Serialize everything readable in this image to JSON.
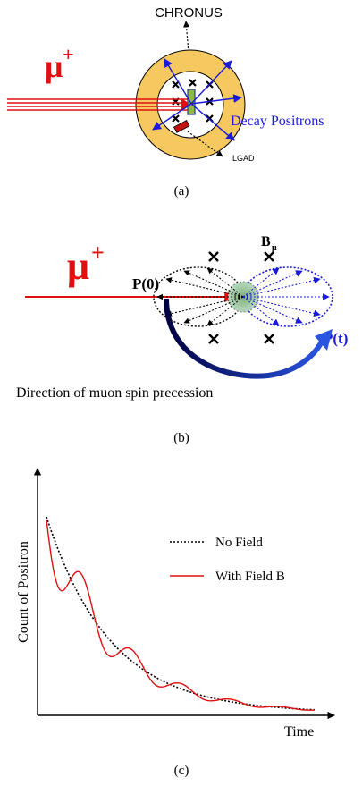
{
  "panel_a": {
    "title": "CHRONUS",
    "particle": "μ",
    "particle_sup": "+",
    "decay_label": "Decay Positrons",
    "lgad_label": "LGAD",
    "caption": "(a)"
  },
  "panel_b": {
    "particle": "μ",
    "particle_sup": "+",
    "field_label": "B",
    "field_sub": "μ",
    "p0_label": "P(0)",
    "pt_label": "P(t)",
    "description": "Direction of muon spin precession",
    "caption": "(b)"
  },
  "panel_c": {
    "ylabel": "Count of Positron",
    "xlabel": "Time",
    "legend_no_field": "No Field",
    "legend_with_field": "With Field B",
    "caption": "(c)"
  },
  "colors": {
    "muon_red": "#e01010",
    "ring_yellow": "#f5c860",
    "positron_blue": "#1a1ad8",
    "detector_green": "#8fb84a",
    "lgad_red": "#c01010",
    "sample_green": "#a8c890"
  }
}
